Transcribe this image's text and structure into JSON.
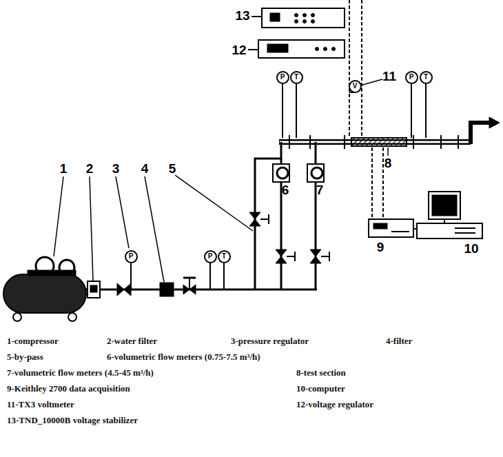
{
  "diagram": {
    "nodes": [
      {
        "text": [
          "P"
        ]
      },
      {
        "text": [
          "T"
        ]
      },
      {
        "text": [
          "V"
        ]
      },
      {
        "text": [
          "P"
        ]
      },
      {
        "text": [
          "T"
        ]
      },
      {
        "text": [
          "P"
        ]
      },
      {
        "text": [
          "P"
        ]
      },
      {
        "text": [
          "T"
        ]
      }
    ],
    "labels": [
      "13",
      "12",
      "11",
      "8",
      "1",
      "2",
      "3",
      "4",
      "5",
      "6",
      "7",
      "9",
      "10",
      "1-compressor",
      "2-water filter",
      "3-pressure regulator",
      "4-filter",
      "5-by-pass",
      "6-volumetric flow meters (0.75-7.5 m³/h)",
      "7-volumetric flow meters (4.5-45 m³/h)",
      "8-test section",
      "9-Keithley 2700 data acquisition",
      "10-computer",
      "11-TX3 voltmeter",
      "12-voltage regulator",
      "13-TND_10000B voltage stabilizer"
    ]
  }
}
